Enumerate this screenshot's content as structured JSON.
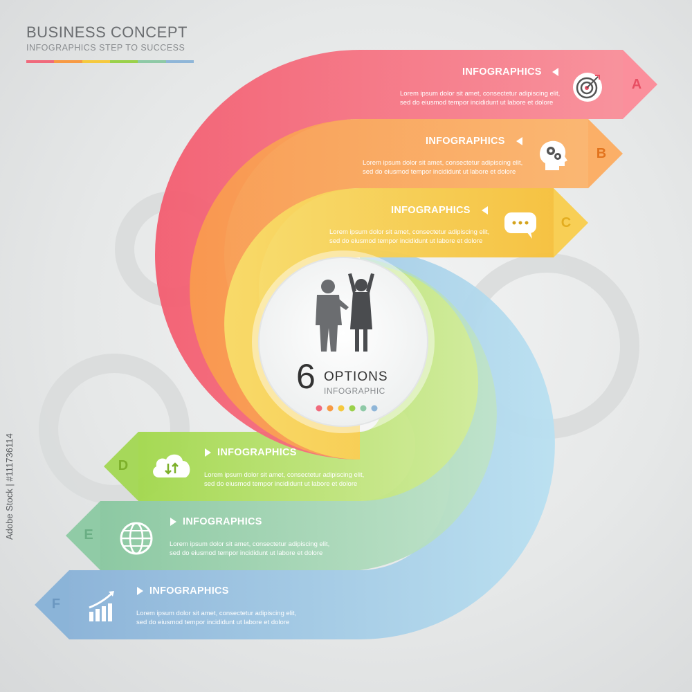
{
  "header": {
    "title": "BUSINESS CONCEPT",
    "subtitle": "INFOGRAPHICS STEP TO SUCCESS",
    "bar_colors": [
      "#f06a7c",
      "#f79a44",
      "#f5c93e",
      "#9ad14a",
      "#8ec9a6",
      "#8fb6d8"
    ]
  },
  "center": {
    "number": "6",
    "title": "OPTIONS",
    "subtitle": "INFOGRAPHIC",
    "dot_colors": [
      "#f06a7c",
      "#f79a44",
      "#f5c93e",
      "#9ad14a",
      "#8ec9a6",
      "#8fb6d8"
    ]
  },
  "steps": [
    {
      "letter": "A",
      "label": "INFOGRAPHICS",
      "line1": "Lorem ipsum dolor sit amet, consectetur adipiscing elit,",
      "line2": "sed do eiusmod tempor incididunt ut labore et dolore",
      "icon": "target-icon",
      "color": "#f46e7e",
      "letter_color": "#e84e63"
    },
    {
      "letter": "B",
      "label": "INFOGRAPHICS",
      "line1": "Lorem ipsum dolor sit amet, consectetur adipiscing elit,",
      "line2": "sed do eiusmod tempor incididunt ut labore et dolore",
      "icon": "head-gears-icon",
      "color": "#f8953f",
      "letter_color": "#e2731d"
    },
    {
      "letter": "C",
      "label": "INFOGRAPHICS",
      "line1": "Lorem ipsum dolor sit amet, consectetur adipiscing elit,",
      "line2": "sed do eiusmod tempor incididunt ut labore et dolore",
      "icon": "chat-bubble-icon",
      "color": "#f6c63a",
      "letter_color": "#e3ad1f"
    },
    {
      "letter": "D",
      "label": "INFOGRAPHICS",
      "line1": "Lorem ipsum dolor sit amet, consectetur adipiscing elit,",
      "line2": "sed do eiusmod tempor incididunt ut labore et dolore",
      "icon": "cloud-transfer-icon",
      "color": "#9dd346",
      "letter_color": "#7db02a"
    },
    {
      "letter": "E",
      "label": "INFOGRAPHICS",
      "line1": "Lorem ipsum dolor sit amet, consectetur adipiscing elit,",
      "line2": "sed do eiusmod tempor incididunt ut labore et dolore",
      "icon": "globe-icon",
      "color": "#8ccaa2",
      "letter_color": "#6aae84"
    },
    {
      "letter": "F",
      "label": "INFOGRAPHICS",
      "line1": "Lorem ipsum dolor sit amet, consectetur adipiscing elit,",
      "line2": "sed do eiusmod tempor incididunt ut labore et dolore",
      "icon": "growth-chart-icon",
      "color": "#8fb7d9",
      "letter_color": "#6b97c0"
    }
  ],
  "stock_id": "Adobe Stock | #111736114"
}
